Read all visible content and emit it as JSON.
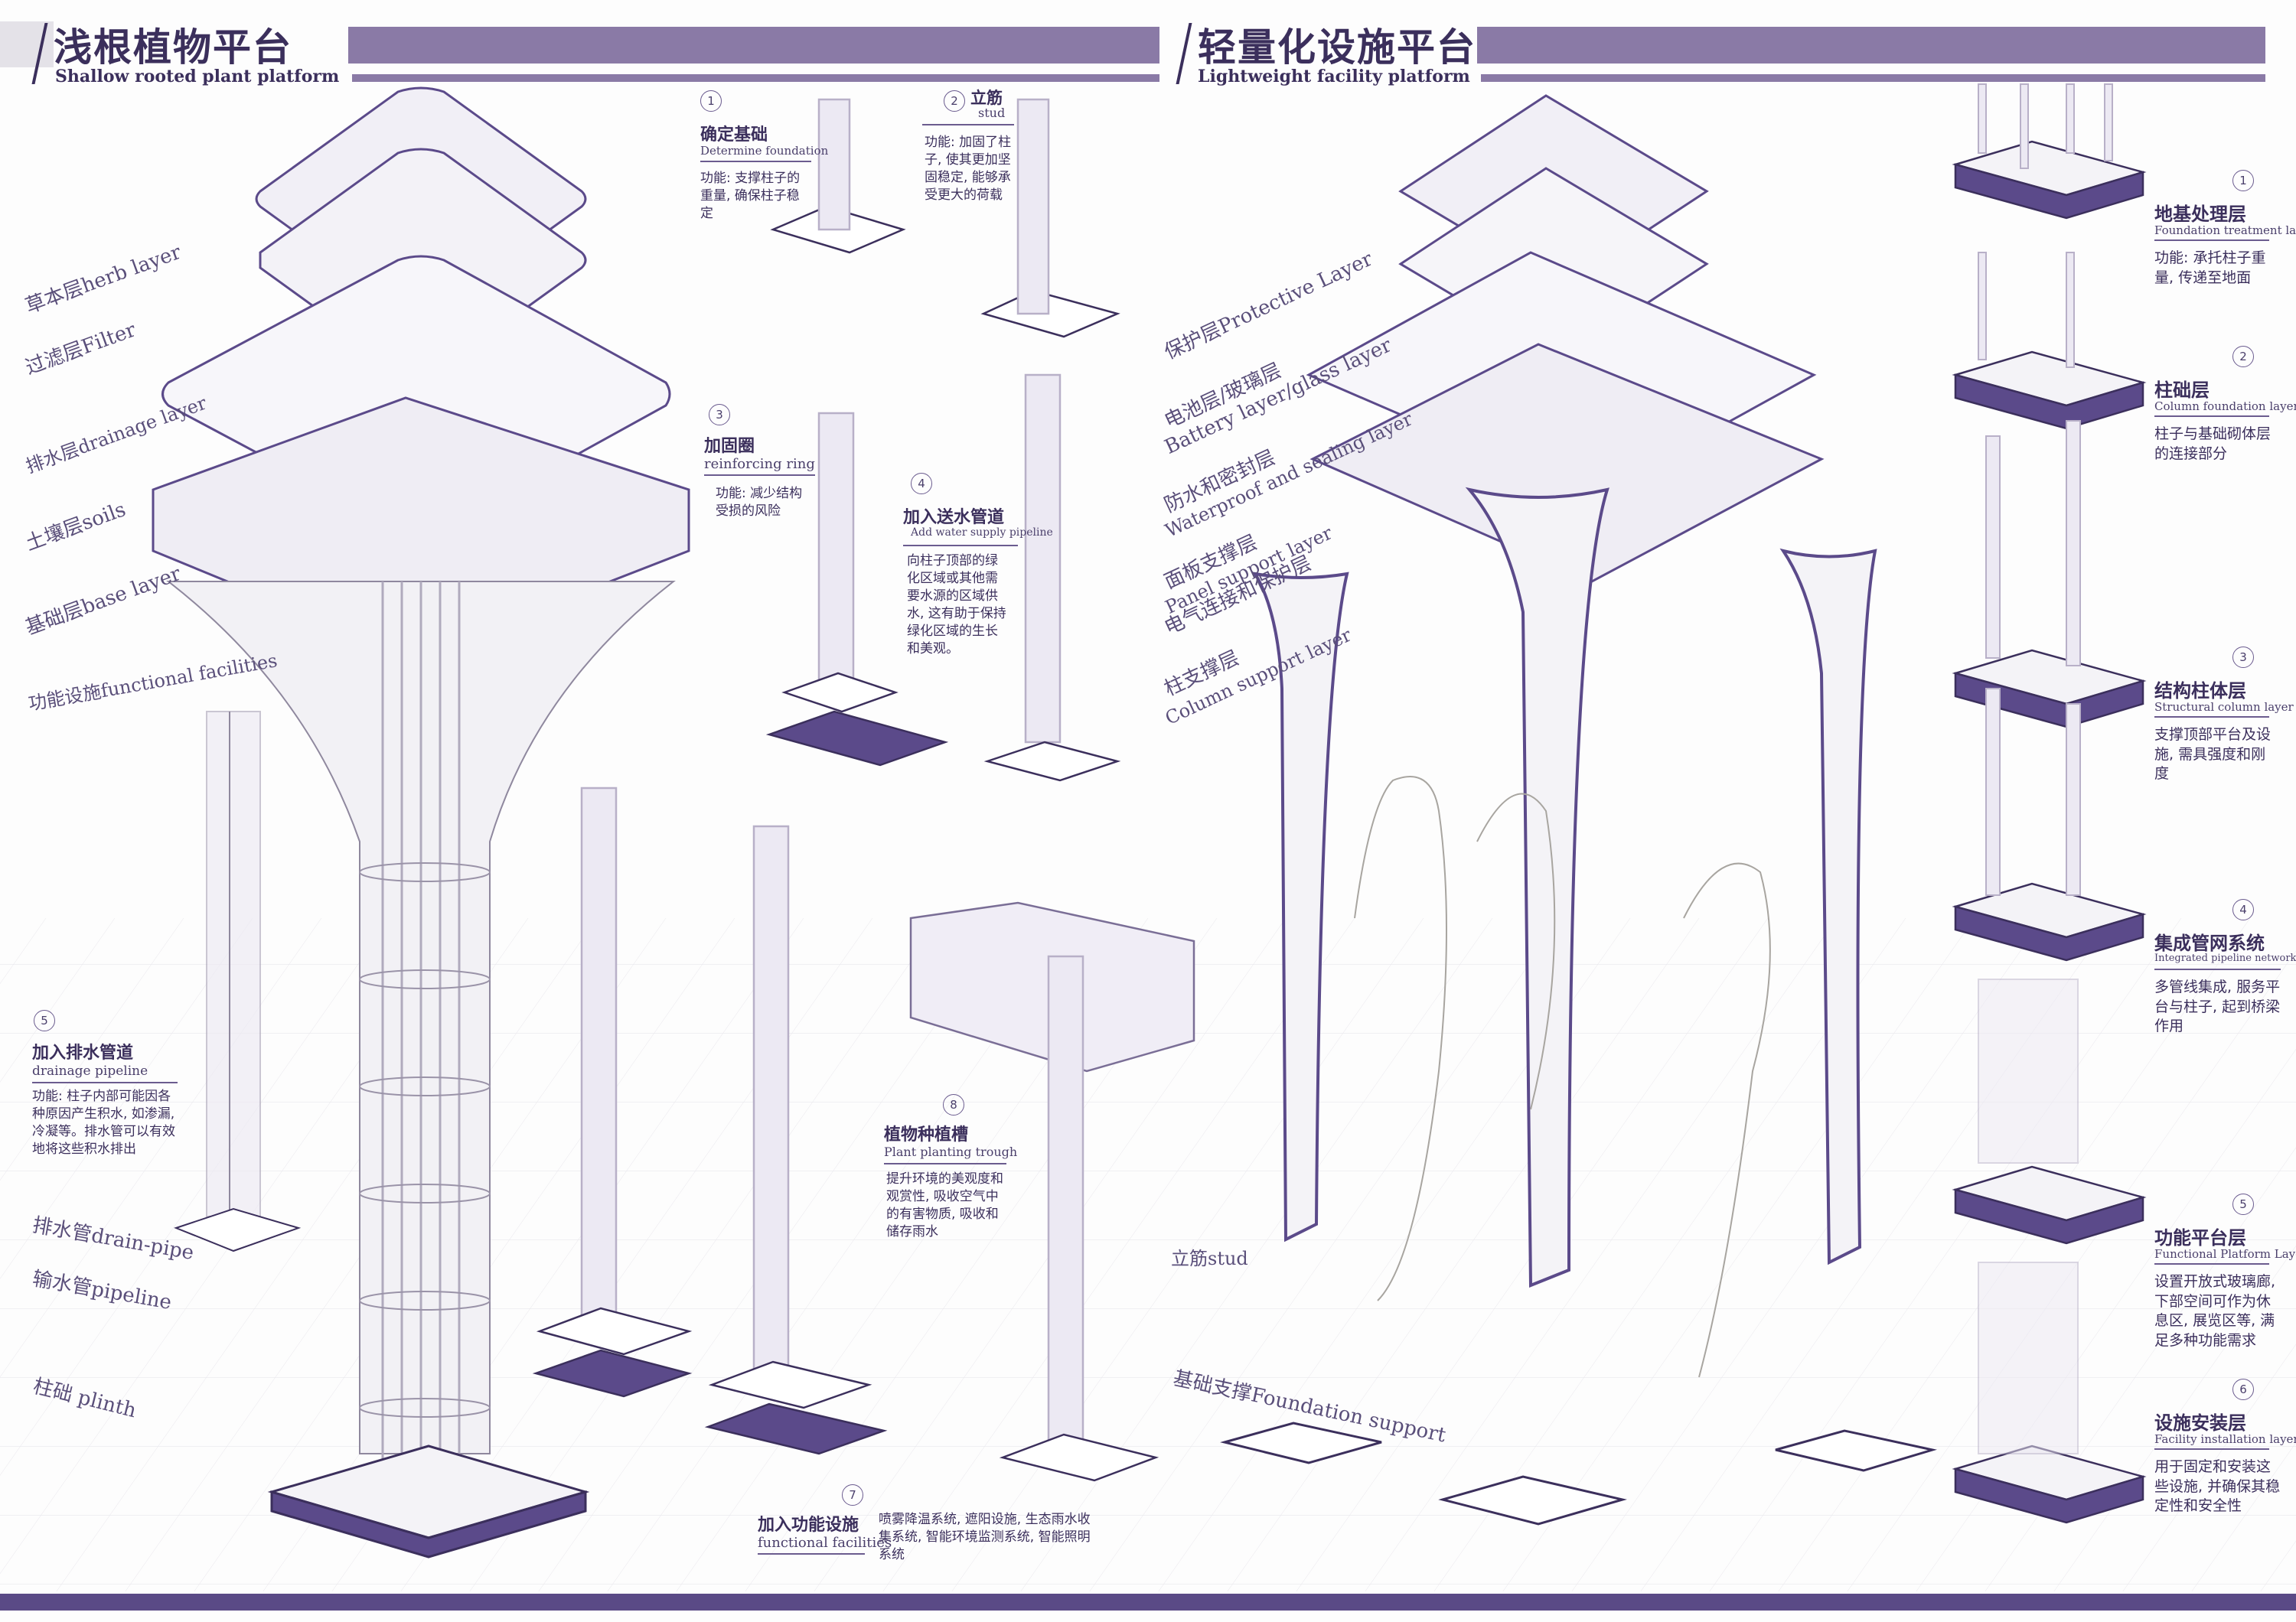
{
  "left": {
    "title_cn": "浅根植物平台",
    "title_en": "Shallow rooted plant platform",
    "layers": [
      {
        "label": "草本层herb layer"
      },
      {
        "label": "过滤层Filter"
      },
      {
        "label": "排水层drainage layer"
      },
      {
        "label": "土壤层soils"
      },
      {
        "label": "基础层base layer"
      },
      {
        "label": "功能设施functional facilities"
      },
      {
        "label": "排水管drain-pipe"
      },
      {
        "label": "输水管pipeline"
      },
      {
        "label": "柱础 plinth"
      }
    ],
    "steps": [
      {
        "num": "1",
        "cn": "确定基础",
        "en": "Determine foundation",
        "desc": "功能: 支撑柱子的重量, 确保柱子稳定"
      },
      {
        "num": "2",
        "cn": "立筋",
        "en": "stud",
        "desc": "功能: 加固了柱子, 使其更加坚固稳定, 能够承受更大的荷载"
      },
      {
        "num": "3",
        "cn": "加固圈",
        "en": "reinforcing ring",
        "desc": "功能: 减少结构受损的风险"
      },
      {
        "num": "4",
        "cn": "加入送水管道",
        "en": "Add water supply pipeline",
        "desc": "向柱子顶部的绿化区域或其他需要水源的区域供水, 这有助于保持绿化区域的生长和美观。"
      },
      {
        "num": "5",
        "cn": "加入排水管道",
        "en": "drainage pipeline",
        "desc": "功能: 柱子内部可能因各种原因产生积水, 如渗漏, 冷凝等。排水管可以有效地将这些积水排出"
      },
      {
        "num": "7",
        "cn": "加入功能设施",
        "en": "functional facilities",
        "desc": "喷雾降温系统, 遮阳设施, 生态雨水收集系统, 智能环境监测系统, 智能照明系统"
      },
      {
        "num": "8",
        "cn": "植物种植槽",
        "en": "Plant planting trough",
        "desc": "提升环境的美观度和观赏性, 吸收空气中的有害物质, 吸收和储存雨水"
      }
    ]
  },
  "right": {
    "title_cn": "轻量化设施平台",
    "title_en": "Lightweight facility platform",
    "layers": [
      {
        "label": "保护层Protective Layer"
      },
      {
        "label": "电池层/玻璃层"
      },
      {
        "label": "Battery layer/glass layer"
      },
      {
        "label": "防水和密封层"
      },
      {
        "label": "Waterproof and sealing layer"
      },
      {
        "label": "面板支撑层"
      },
      {
        "label": "Panel support layer"
      },
      {
        "label": "电气连接和保护层"
      },
      {
        "label": "柱支撑层"
      },
      {
        "label": "Column support layer"
      },
      {
        "label": "立筋stud"
      },
      {
        "label": "基础支撑Foundation support"
      }
    ],
    "side_steps": [
      {
        "num": "1",
        "cn": "地基处理层",
        "en": "Foundation treatment layer",
        "desc": "功能: 承托柱子重量, 传递至地面"
      },
      {
        "num": "2",
        "cn": "柱础层",
        "en": "Column foundation layer",
        "desc": "柱子与基础砌体层的连接部分"
      },
      {
        "num": "3",
        "cn": "结构柱体层",
        "en": "Structural column layer",
        "desc": "支撑顶部平台及设施, 需具强度和刚度"
      },
      {
        "num": "4",
        "cn": "集成管网系统",
        "en": "Integrated pipeline network system",
        "desc": "多管线集成, 服务平台与柱子, 起到桥梁作用"
      },
      {
        "num": "5",
        "cn": "功能平台层",
        "en": "Functional Platform Layer",
        "desc": "设置开放式玻璃廊, 下部空间可作为休息区, 展览区等, 满足多种功能需求"
      },
      {
        "num": "6",
        "cn": "设施安装层",
        "en": "Facility installation layer",
        "desc": "用于固定和安装这些设施, 并确保其稳定性和安全性"
      }
    ]
  },
  "colors": {
    "accent": "#5b4a8a",
    "header": "#8a7aa6",
    "line": "#b8b0c8",
    "fill": "#ece9f3"
  }
}
